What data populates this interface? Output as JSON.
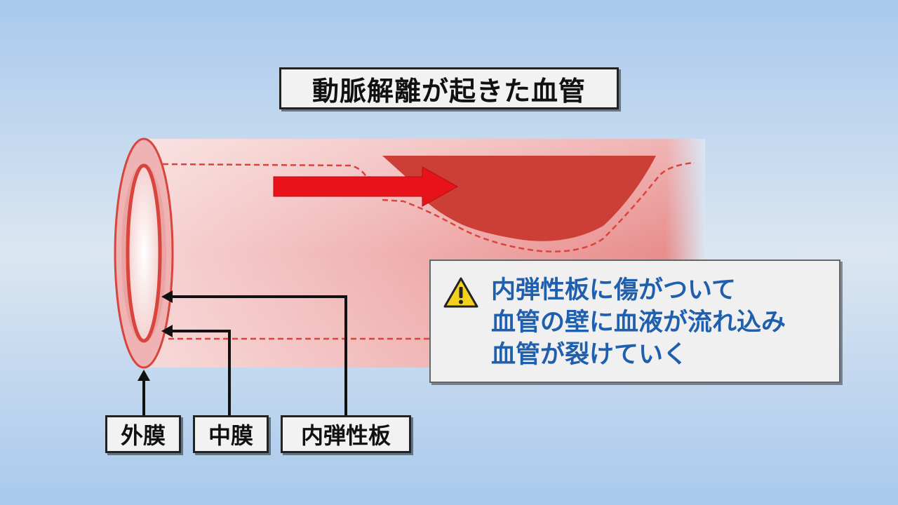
{
  "title": "動脈解離が起きた血管",
  "labels": {
    "outer": "外膜",
    "middle": "中膜",
    "inner": "内弾性板"
  },
  "warning": {
    "icon": "warning-triangle-icon",
    "lines": [
      "内弾性板に傷がついて",
      "血管の壁に血液が流れ込み",
      "血管が裂けていく"
    ]
  },
  "colors": {
    "vessel": "#e8908f",
    "vessel_edge": "#d9443c",
    "dissection": "#cc3f37",
    "arrow": "#e8121b",
    "warning_text": "#1f5fad",
    "warning_icon": "#f2d21a"
  }
}
